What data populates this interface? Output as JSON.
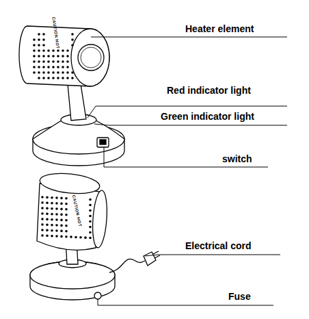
{
  "diagram": {
    "labels": [
      "Heater element",
      "Red indicator light",
      "Green indicator light",
      "switch",
      "Electrical cord",
      "Fuse",
      "CAUTION HOT",
      "CAUTION HOT"
    ]
  }
}
